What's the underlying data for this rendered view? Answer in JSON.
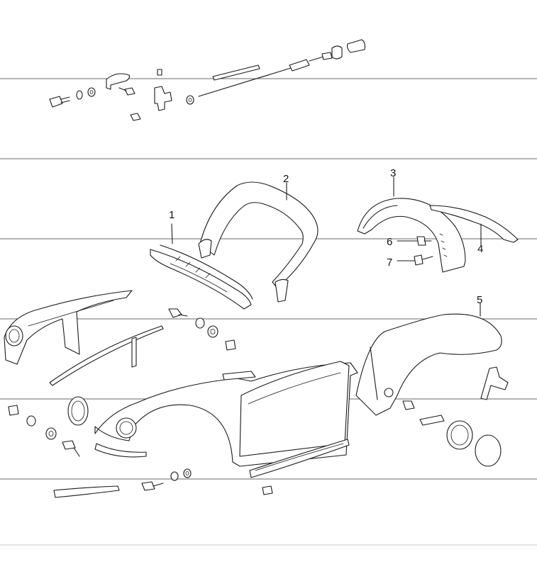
{
  "callouts": [
    {
      "num": "1"
    },
    {
      "num": "2"
    },
    {
      "num": "3"
    },
    {
      "num": "4"
    },
    {
      "num": "5"
    },
    {
      "num": "6"
    },
    {
      "num": "7"
    }
  ],
  "colors": {
    "ink": "#1a1a1a",
    "rule": "#6a6a6a",
    "background": "#ffffff"
  }
}
